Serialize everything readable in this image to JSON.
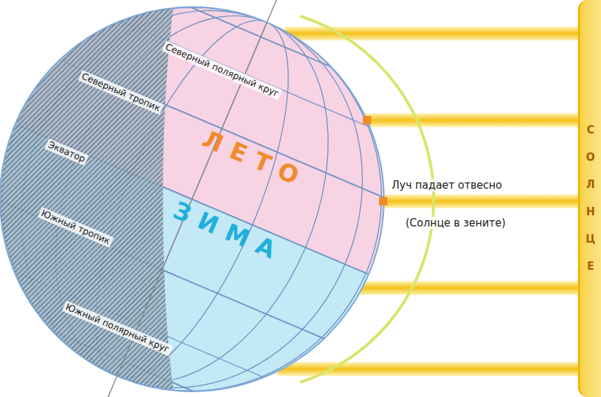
{
  "diagram": {
    "nodes": [
      {
        "text": [
          "СОЛНЦЕ"
        ]
      }
    ],
    "labels": [
      "Северный полярный круг",
      "Северный тропик",
      "ЛЕТО",
      "Экватор",
      "ЗИМА",
      "Южный тропик",
      "Южный полярный круг",
      "Луч падает отвесно",
      "(Солнце в зените)"
    ]
  }
}
